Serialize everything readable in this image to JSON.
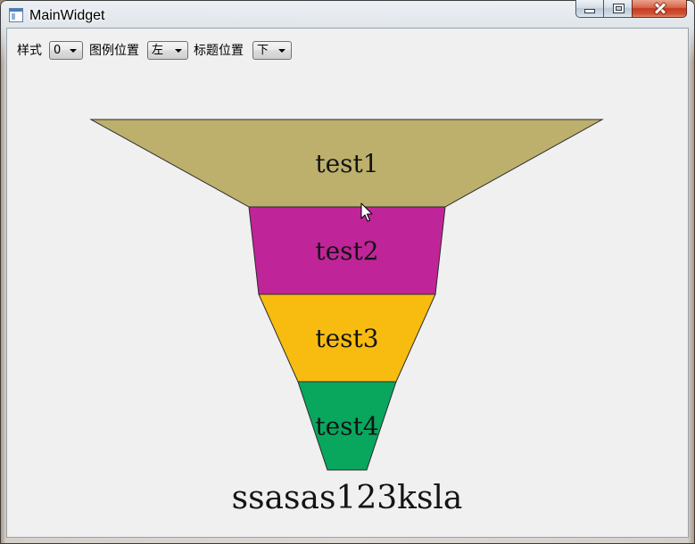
{
  "window": {
    "title": "MainWidget",
    "app_icon": "app-window-icon"
  },
  "caption_buttons": {
    "minimize_icon": "minimize-icon",
    "maximize_icon": "maximize-icon",
    "close_icon": "close-icon",
    "close_color": "#C53A1E"
  },
  "toolbar": {
    "style_label": "样式",
    "style_value": "0",
    "legend_position_label": "图例位置",
    "legend_position_value": "左",
    "title_position_label": "标题位置",
    "title_position_value": "下",
    "dropdown_icon": "chevron-down-icon"
  },
  "chart_data": {
    "type": "funnel",
    "title": "ssasas123ksla",
    "title_position": "bottom",
    "outline_color": "#2B2B2B",
    "segments": [
      {
        "label": "test1",
        "color": "#BCB06C"
      },
      {
        "label": "test2",
        "color": "#C02499"
      },
      {
        "label": "test3",
        "color": "#F8BC10"
      },
      {
        "label": "test4",
        "color": "#09A65E"
      }
    ]
  },
  "cursor": {
    "icon": "arrow-cursor-icon"
  }
}
